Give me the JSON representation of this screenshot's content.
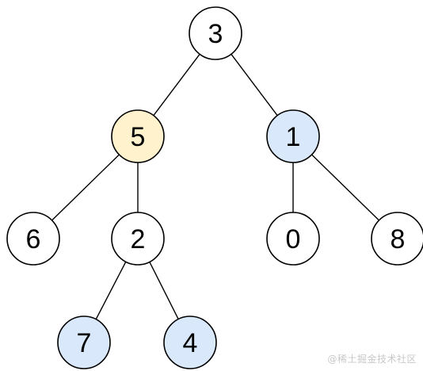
{
  "colors": {
    "default_fill": "#ffffff",
    "highlight_yellow": "#fff2cc",
    "highlight_blue": "#dae8fc",
    "yellow_stroke": "#d6b656",
    "blue_stroke": "#6c8ebf",
    "edge": "#000000"
  },
  "tree": {
    "nodes": [
      {
        "id": "n3",
        "label": "3",
        "style": "default"
      },
      {
        "id": "n5",
        "label": "5",
        "style": "yellow"
      },
      {
        "id": "n1",
        "label": "1",
        "style": "blue"
      },
      {
        "id": "n6",
        "label": "6",
        "style": "default"
      },
      {
        "id": "n2",
        "label": "2",
        "style": "default"
      },
      {
        "id": "n0",
        "label": "0",
        "style": "default"
      },
      {
        "id": "n8",
        "label": "8",
        "style": "default"
      },
      {
        "id": "n7",
        "label": "7",
        "style": "blue"
      },
      {
        "id": "n4",
        "label": "4",
        "style": "blue"
      }
    ],
    "edges": [
      {
        "from": "n3",
        "to": "n5"
      },
      {
        "from": "n3",
        "to": "n1"
      },
      {
        "from": "n5",
        "to": "n6"
      },
      {
        "from": "n5",
        "to": "n2"
      },
      {
        "from": "n1",
        "to": "n0"
      },
      {
        "from": "n1",
        "to": "n8"
      },
      {
        "from": "n2",
        "to": "n7"
      },
      {
        "from": "n2",
        "to": "n4"
      }
    ]
  },
  "watermark": "@稀土掘金技术社区"
}
